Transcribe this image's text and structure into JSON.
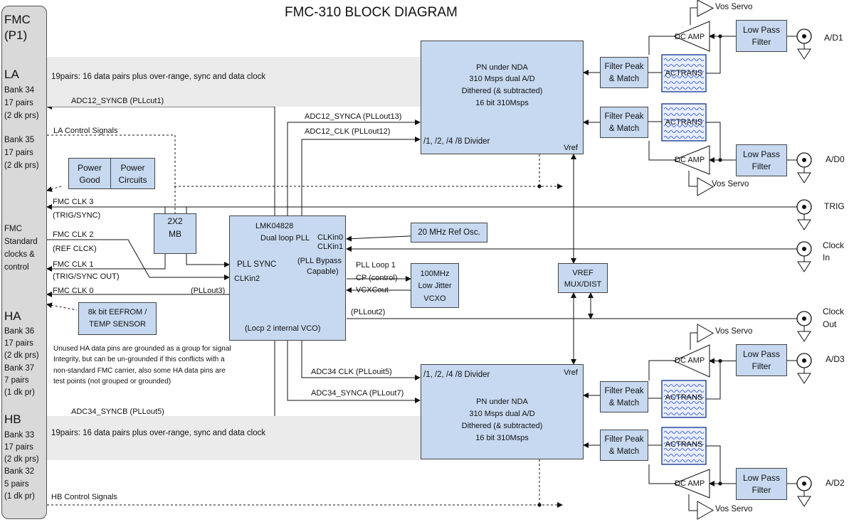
{
  "title": "FMC-310 BLOCK DIAGRAM",
  "fmc": {
    "header": [
      "FMC",
      "(P1)"
    ],
    "la": {
      "label": "LA",
      "lines": [
        "Bank 34",
        "17 pairs",
        "(2 dk prs)",
        "Bank 35",
        "17 pairs",
        "(2 dk prs)"
      ]
    },
    "std": [
      "FMC",
      "Standard",
      "clocks &",
      "control"
    ],
    "ha": {
      "label": "HA",
      "lines": [
        "Bank 36",
        "17 pairs",
        "(2 dk prs)",
        "Bank 37",
        "7 pairs",
        "(1 dk pr)"
      ]
    },
    "hb": {
      "label": "HB",
      "lines": [
        "Bank 33",
        "17 pairs",
        "(2 dk prs)",
        "Bank 32",
        "5 pairs",
        "(1 dk pr)"
      ]
    }
  },
  "bus_top": "19pairs: 16 data pairs plus over-range, sync and data clock",
  "bus_bottom": "19pairs: 16 data pairs plus over-range, sync and data clock",
  "signals": {
    "adc12_syncb": "ADC12_SYNCB (PLLcut1)",
    "la_control": "LA Control Signals",
    "adc12_synca": "ADC12_SYNCA (PLLout13)",
    "adc12_clk": "ADC12_CLK (PLLout12)",
    "fmc_clk3": "FMC CLK 3",
    "trig_sync": "(TRIG/SYNC)",
    "fmc_clk2": "FMC CLK 2",
    "ref_clk": "(REF CLCK)",
    "fmc_clk1": "FMC CLK 1",
    "trig_sync_out": "(TRIG/SYNC OUT)",
    "fmc_clk0": "FMC CLK 0",
    "pllout3": "(PLLout3)",
    "pllout2": "(PLLout2)",
    "pll_loop": "PLL Loop 1",
    "cp_control": "CP (control)",
    "vcxcout": "VCXCout",
    "adc34_clk": "ADC34 CLK (PLLouit5)",
    "adc34_synca": "ADC34_SYNCA (PLLout7)",
    "adc34_syncb": "ADC34_SYNCB (PLLout5)",
    "hb_control": "HB Control Signals"
  },
  "unused_note": [
    "Unused HA data pins are grounded as a group for signal",
    "Integrity, but can be un-grounded if this conflicts with a",
    "non-standard FMC carrier, also some HA data pins are",
    "test points (not grouped or grounded)"
  ],
  "adc": {
    "lines": [
      "PN under NDA",
      "310 Msps dual A/D",
      "Dithered (& subtracted)",
      "16 bit 310Msps"
    ],
    "divider": "/1, /2, /4 /8 Divider",
    "vref": "Vref"
  },
  "power": {
    "good": [
      "Power",
      "Good"
    ],
    "circuits": [
      "Power",
      "Circuits"
    ]
  },
  "mux": [
    "2X2",
    "MB"
  ],
  "pll": {
    "name": "LMK04828",
    "type": "Dual loop PLL",
    "clkin0": "CLKin0",
    "clkin1": "CLKin1",
    "bypass": [
      "(PLL Bypass",
      "Capable)"
    ],
    "pll_sync": "PLL SYNC",
    "clkin2": "CLKin2",
    "vco": "(Locp 2 internal VCO)"
  },
  "ref_osc": "20 MHz Ref Osc.",
  "vcxo": [
    "100MHz",
    "Low Jitter",
    "VCXO"
  ],
  "eeprom": [
    "8k bit EEFROM /",
    "TEMP SENSOR"
  ],
  "vref_mux": [
    "VREF",
    "MUX/DIST"
  ],
  "filter_peak": [
    "Filter Peak",
    "& Match"
  ],
  "actrans": "ACTRANS",
  "dcamp": "DC AMP",
  "lpf": [
    "Low Pass",
    "Filter"
  ],
  "vos_servo": "Vos Servo",
  "outputs": {
    "ad1": "A/D1",
    "ad0": "A/D0",
    "trig": "TRIG",
    "clock_in": [
      "Clock",
      "In"
    ],
    "clock_out": [
      "Clock",
      "Out"
    ],
    "ad3": "A/D3",
    "ad2": "A/D2"
  },
  "colors": {
    "block": "#c6d9f0",
    "band": "#ebebeb",
    "panel": "#d9d9d9",
    "actrans_border": "#1f3f9a",
    "wave": "#2a4bcc"
  }
}
